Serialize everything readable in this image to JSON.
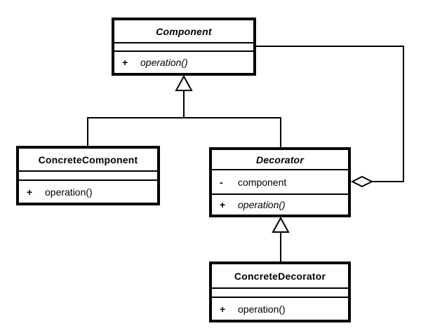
{
  "diagram": {
    "background_color": "#ffffff",
    "line_color": "#000000",
    "box_fill_color": "#ffffff"
  },
  "classes": {
    "component": {
      "name": "Component",
      "abstract": true,
      "attributes": [],
      "operations": [
        {
          "visibility": "+",
          "name": "operation()",
          "abstract": true
        }
      ]
    },
    "concrete_component": {
      "name": "ConcreteComponent",
      "abstract": false,
      "attributes": [],
      "operations": [
        {
          "visibility": "+",
          "name": "operation()",
          "abstract": false
        }
      ]
    },
    "decorator": {
      "name": "Decorator",
      "abstract": true,
      "attributes": [
        {
          "visibility": "-",
          "name": "component"
        }
      ],
      "operations": [
        {
          "visibility": "+",
          "name": "operation()",
          "abstract": true
        }
      ]
    },
    "concrete_decorator": {
      "name": "ConcreteDecorator",
      "abstract": false,
      "attributes": [],
      "operations": [
        {
          "visibility": "+",
          "name": "operation()",
          "abstract": false
        }
      ]
    }
  },
  "relationships": [
    {
      "type": "generalization",
      "from": "ConcreteComponent",
      "to": "Component"
    },
    {
      "type": "generalization",
      "from": "Decorator",
      "to": "Component"
    },
    {
      "type": "generalization",
      "from": "ConcreteDecorator",
      "to": "Decorator"
    },
    {
      "type": "aggregation",
      "owner": "Decorator",
      "part": "Component"
    }
  ]
}
